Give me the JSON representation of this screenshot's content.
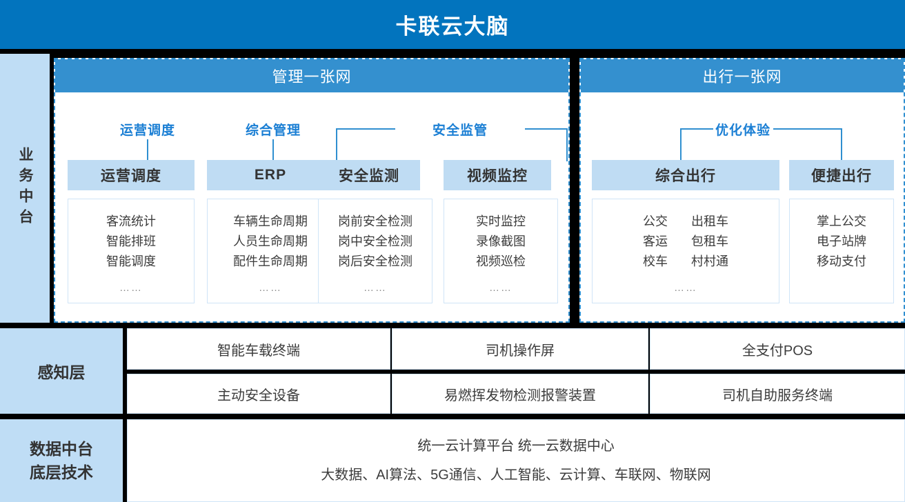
{
  "banner": {
    "title": "卡联云大脑"
  },
  "sidebar": {
    "business": "业务中台",
    "sensing": "感知层",
    "data_line1": "数据中台",
    "data_line2": "底层技术"
  },
  "panels": [
    {
      "title": "管理一张网",
      "groups": [
        {
          "label": "运营调度",
          "type": "single"
        },
        {
          "label": "综合管理",
          "type": "single"
        },
        {
          "label": "安全监管",
          "type": "bracket"
        }
      ],
      "modules": [
        {
          "chip": "运营调度",
          "items": [
            "客流统计",
            "智能排班",
            "智能调度"
          ],
          "ellipsis": "……"
        },
        {
          "chip": "ERP",
          "items": [
            "车辆生命周期",
            "人员生命周期",
            "配件生命周期"
          ],
          "ellipsis": "……"
        },
        {
          "chip": "安全监测",
          "items": [
            "岗前安全检测",
            "岗中安全检测",
            "岗后安全检测"
          ],
          "ellipsis": "……"
        },
        {
          "chip": "视频监控",
          "items": [
            "实时监控",
            "录像截图",
            "视频巡检"
          ],
          "ellipsis": "……"
        }
      ]
    },
    {
      "title": "出行一张网",
      "groups": [
        {
          "label": "优化体验",
          "type": "bracket"
        }
      ],
      "modules": [
        {
          "chip": "综合出行",
          "col1": [
            "公交",
            "客运",
            "校车"
          ],
          "col2": [
            "出租车",
            "包租车",
            "村村通"
          ],
          "ellipsis": "……"
        },
        {
          "chip": "便捷出行",
          "items": [
            "掌上公交",
            "电子站牌",
            "移动支付"
          ],
          "ellipsis": ""
        }
      ]
    }
  ],
  "sensing": {
    "row1": [
      "智能车载终端",
      "司机操作屏",
      "全支付POS"
    ],
    "row2": [
      "主动安全设备",
      "易燃挥发物检测报警装置",
      "司机自助服务终端"
    ]
  },
  "data_platform": {
    "line1": "统一云计算平台  统一云数据中心",
    "line2": "大数据、AI算法、5G通信、人工智能、云计算、车联网、物联网"
  },
  "colors": {
    "banner_blue": "#0274be",
    "panel_header_blue": "#3490cf",
    "sidebar_blue": "#bfddf5",
    "chip_blue": "#bfdcf3",
    "label_blue": "#1b7fd4",
    "detail_border": "#cfe4f7",
    "background": "#000000"
  }
}
